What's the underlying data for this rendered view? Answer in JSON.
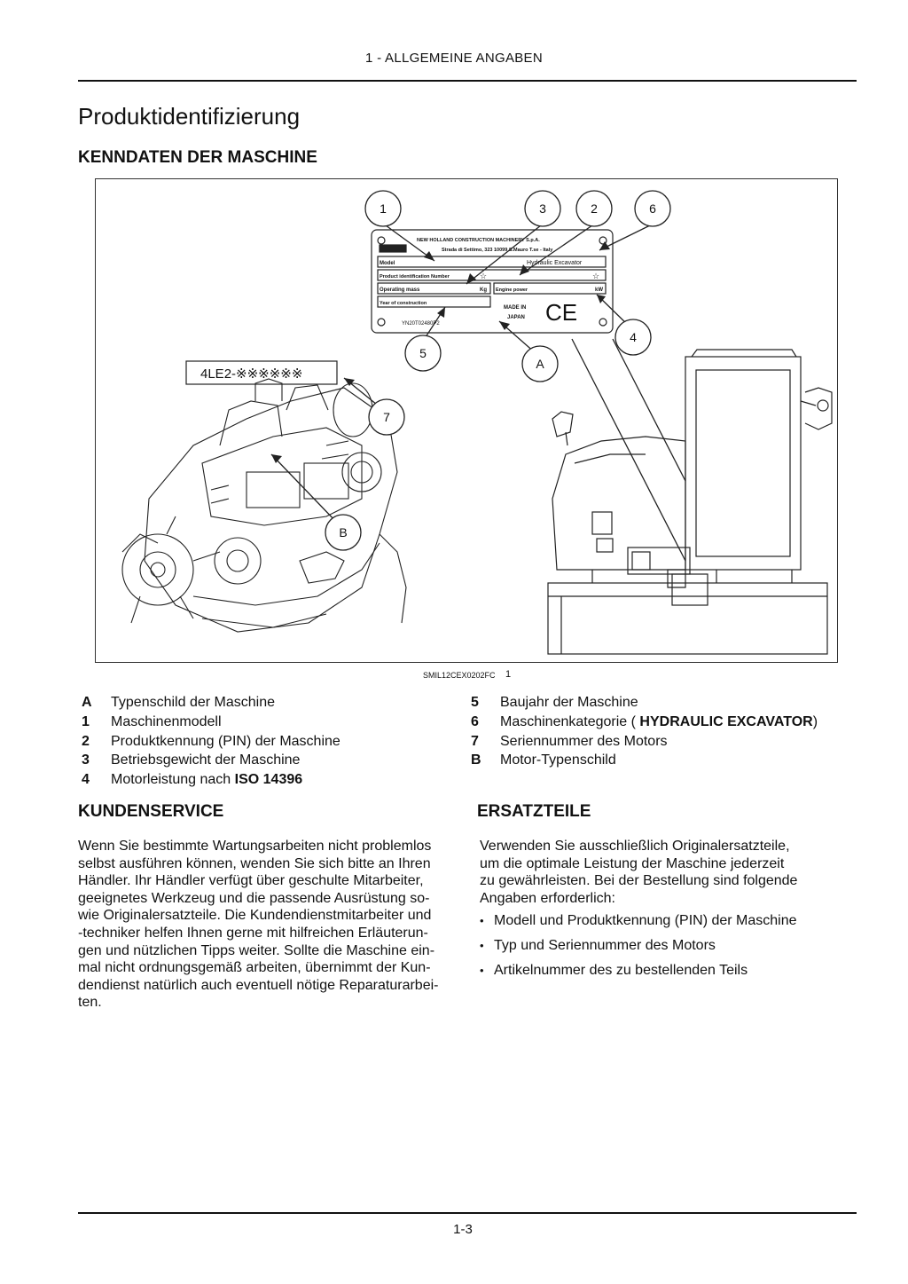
{
  "header": {
    "section": "1 - ALLGEMEINE ANGABEN"
  },
  "page_title": "Produktidentifizierung",
  "section1": {
    "heading": "KENNDATEN DER MASCHINE"
  },
  "figure": {
    "caption_code": "SMIL12CEX0202FC",
    "caption_number": "1",
    "engine_label": "4LE2-※※※※※※",
    "plate": {
      "maker_line1": "NEW HOLLAND CONSTRUCTION MACHINERY S.p.A.",
      "maker_line2": "Strada di Settimo, 323 10099 S.Mauro T.se - Italy",
      "model_label": "Model",
      "model_value": "Hydraulic Excavator",
      "pin_label": "Product identification Number",
      "star": "☆",
      "mass_label": "Operating mass",
      "mass_unit": "Kg",
      "power_label": "Engine power",
      "power_unit": "kW",
      "year_label": "Year of construction",
      "made_in_1": "MADE IN",
      "made_in_2": "JAPAN",
      "ce": "CE",
      "code": "YN20T02480P2"
    },
    "callouts": [
      "1",
      "3",
      "2",
      "6",
      "4",
      "5",
      "A",
      "7",
      "B"
    ]
  },
  "legend_left": [
    {
      "key": "A",
      "text": "Typenschild der Maschine"
    },
    {
      "key": "1",
      "text": "Maschinenmodell"
    },
    {
      "key": "2",
      "text": "Produktkennung (PIN) der Maschine"
    },
    {
      "key": "3",
      "text": "Betriebsgewicht der Maschine"
    },
    {
      "key": "4",
      "text": "Motorleistung nach ",
      "bold": "ISO 14396",
      "after": ""
    }
  ],
  "legend_right": [
    {
      "key": "5",
      "text": "Baujahr der Maschine"
    },
    {
      "key": "6",
      "text": "Maschinenkategorie ( ",
      "bold": "HYDRAULIC EXCAVATOR",
      "after": ")"
    },
    {
      "key": "7",
      "text": "Seriennummer des Motors"
    },
    {
      "key": "B",
      "text": "Motor-Typenschild"
    }
  ],
  "kundenservice": {
    "heading": "KUNDENSERVICE",
    "lines": [
      "Wenn Sie bestimmte Wartungsarbeiten nicht problemlos",
      "selbst ausführen können, wenden Sie sich bitte an Ihren",
      "Händler.  Ihr Händler verfügt über geschulte Mitarbeiter,",
      "geeignetes Werkzeug und die passende Ausrüstung so-",
      "wie Originalersatzteile. Die Kundendienstmitarbeiter und",
      "-techniker helfen Ihnen gerne mit hilfreichen Erläuterun-",
      "gen und nützlichen Tipps weiter. Sollte die Maschine ein-",
      "mal nicht ordnungsgemäß arbeiten, übernimmt der Kun-",
      "dendienst natürlich auch eventuell nötige Reparaturarbei-",
      "ten."
    ]
  },
  "ersatzteile": {
    "heading": "ERSATZTEILE",
    "lines": [
      "Verwenden Sie ausschließlich Originalersatzteile,",
      "um die optimale Leistung der Maschine jederzeit",
      "zu gewährleisten.  Bei der Bestellung sind folgende",
      "Angaben erforderlich:"
    ],
    "bullets": [
      "Modell und Produktkennung (PIN) der Maschine",
      "Typ und Seriennummer des Motors",
      "Artikelnummer des zu bestellenden Teils"
    ]
  },
  "footer": {
    "page_number": "1-3"
  }
}
